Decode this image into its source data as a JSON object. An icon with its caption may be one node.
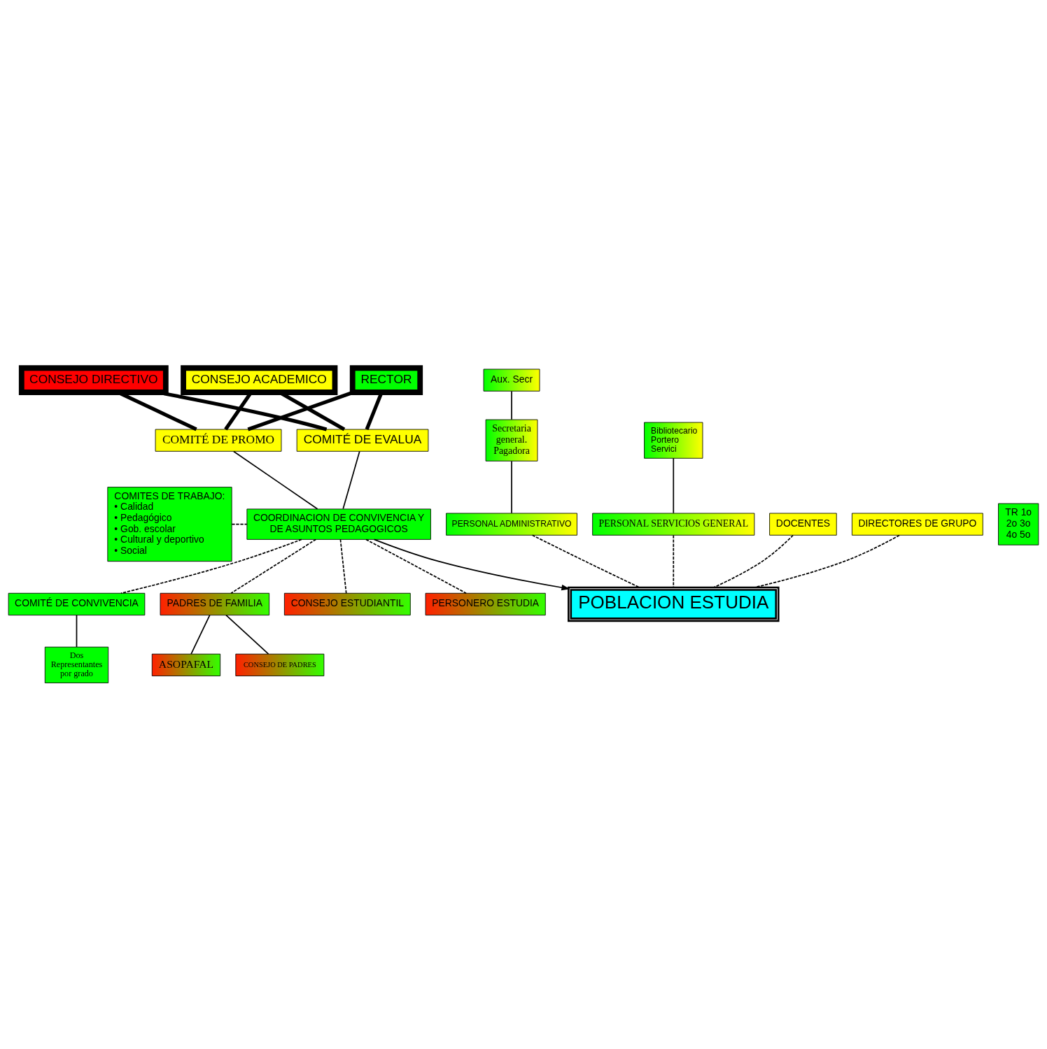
{
  "diagram": {
    "nodes": [
      {
        "text": [
          "CONSEJO DIRECTIVO"
        ]
      },
      {
        "text": [
          "CONSEJO ACADEMICO"
        ]
      },
      {
        "text": [
          "RECTOR"
        ]
      },
      {
        "text": [
          "COMITES DE TRABAJO:",
          "• Calidad",
          "• Pedagógico",
          "• Gob. escolar",
          "• Cultural y deportivo",
          "• Social"
        ]
      },
      {
        "text": [
          "COMITÉ DE PROMO"
        ]
      },
      {
        "text": [
          "COMITÉ DE EVALUA"
        ]
      },
      {
        "text": [
          "TR 1o 2o 3o 4o 5o"
        ]
      },
      {
        "text": [
          "COORDINACION DE CONVIVENCIA Y DE ASUNTOS PEDAGOGICOS"
        ]
      },
      {
        "text": [
          "CONSEJO ESTUDIANTIL"
        ]
      },
      {
        "text": [
          "DOCENTES"
        ]
      },
      {
        "text": [
          "PERSONERO ESTUDIA"
        ]
      },
      {
        "text": [
          "Dos Representantes por grado"
        ]
      },
      {
        "text": [
          "DIRECTORES DE GRUPO"
        ]
      },
      {
        "text": [
          "Secretaria general. Pagadora"
        ]
      },
      {
        "text": [
          "COMITÉ DE CONVIVENCIA"
        ]
      },
      {
        "text": [
          "Aux. Secr"
        ]
      },
      {
        "text": [
          "PERSONAL ADMINISTRATIVO"
        ]
      },
      {
        "text": [
          "CONSEJO DE PADRES"
        ]
      },
      {
        "text": [
          "PADRES DE FAMILIA"
        ]
      },
      {
        "text": [
          "POBLACION ESTUDIA"
        ]
      },
      {
        "text": [
          "ASOPAFAL"
        ]
      },
      {
        "text": [
          "Bibliotecario",
          "Portero",
          "Servici"
        ]
      },
      {
        "text": [
          "PERSONAL SERVICIOS GENERAL"
        ]
      }
    ],
    "edges": [
      {
        "from": 0,
        "to": 4,
        "arrow": "none",
        "style": "thick"
      },
      {
        "from": 1,
        "to": 4,
        "arrow": "none",
        "style": "thick"
      },
      {
        "from": 2,
        "to": 4,
        "arrow": "none",
        "style": "thick"
      },
      {
        "from": 0,
        "to": 5,
        "arrow": "none",
        "style": "thick"
      },
      {
        "from": 1,
        "to": 5,
        "arrow": "none",
        "style": "thick"
      },
      {
        "from": 2,
        "to": 5,
        "arrow": "none",
        "style": "thick"
      },
      {
        "from": 4,
        "to": 7,
        "arrow": "none"
      },
      {
        "from": 5,
        "to": 7,
        "arrow": "none"
      },
      {
        "from": 3,
        "to": 7,
        "arrow": "none",
        "style": "dashed"
      },
      {
        "from": 7,
        "to": 19,
        "arrow": "to"
      },
      {
        "from": 9,
        "to": 19,
        "arrow": "none",
        "style": "dashed"
      },
      {
        "from": 12,
        "to": 19,
        "arrow": "none",
        "style": "dashed"
      },
      {
        "from": 16,
        "to": 19,
        "arrow": "none",
        "style": "dashed"
      },
      {
        "from": 22,
        "to": 19,
        "arrow": "none",
        "style": "dashed"
      },
      {
        "from": 7,
        "to": 8,
        "arrow": "none",
        "style": "dashed"
      },
      {
        "from": 7,
        "to": 10,
        "arrow": "none",
        "style": "dashed"
      },
      {
        "from": 7,
        "to": 14,
        "arrow": "none",
        "style": "dashed"
      },
      {
        "from": 7,
        "to": 18,
        "arrow": "none",
        "style": "dashed"
      },
      {
        "from": 14,
        "to": 11,
        "arrow": "none"
      },
      {
        "from": 18,
        "to": 17,
        "arrow": "none"
      },
      {
        "from": 18,
        "to": 20,
        "arrow": "none"
      },
      {
        "from": 13,
        "to": 16,
        "arrow": "none"
      },
      {
        "from": 15,
        "to": 13,
        "arrow": "none"
      },
      {
        "from": 21,
        "to": 22,
        "arrow": "none"
      }
    ]
  }
}
